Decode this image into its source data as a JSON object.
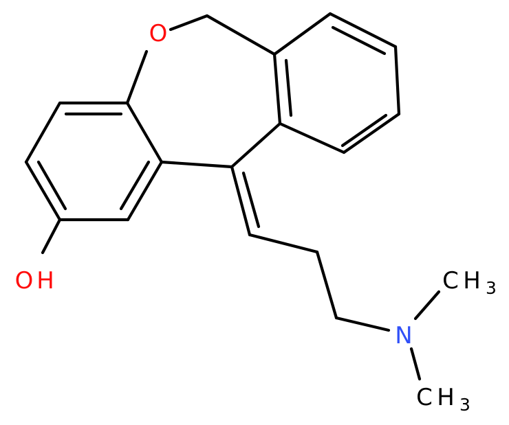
{
  "colors": {
    "bond": "#000000",
    "oxygen": "#ff0d0d",
    "nitrogen": "#3050f8",
    "carbon_label": "#000000"
  },
  "labels": {
    "ring_oxygen": "O",
    "hydroxyl_o": "O",
    "hydroxyl_h": "H",
    "nitrogen": "N",
    "methyl_top_c": "C",
    "methyl_top_h": "H",
    "methyl_top_sub": "3",
    "methyl_bottom_c": "C",
    "methyl_bottom_h": "H",
    "methyl_bottom_sub": "3"
  }
}
